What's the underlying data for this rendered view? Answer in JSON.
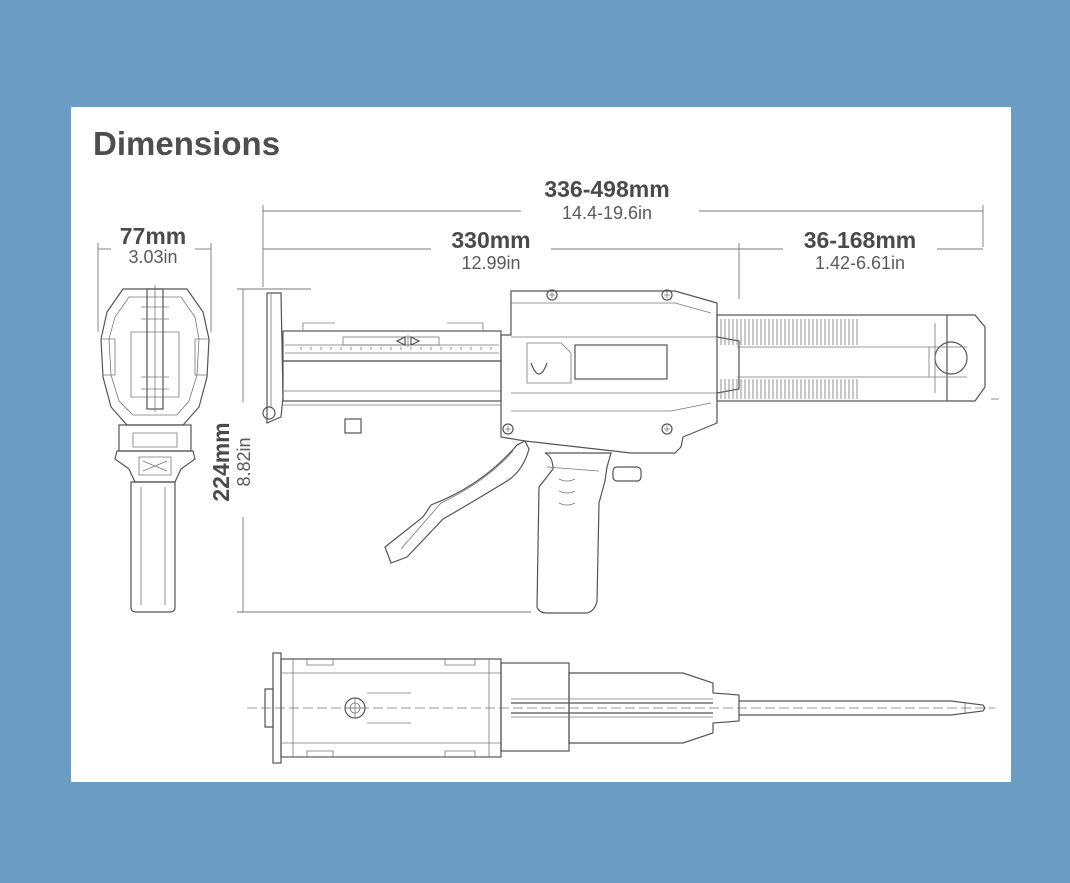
{
  "title": "Dimensions",
  "dimensions": {
    "overall_length": {
      "mm": "336-498mm",
      "in": "14.4-19.6in"
    },
    "body_length": {
      "mm": "330mm",
      "in": "12.99in"
    },
    "plunger_extension": {
      "mm": "36-168mm",
      "in": "1.42-6.61in"
    },
    "width": {
      "mm": "77mm",
      "in": "3.03in"
    },
    "height": {
      "mm": "224mm",
      "in": "8.82in"
    }
  },
  "colors": {
    "background": "#6b9cc4",
    "panel": "#ffffff",
    "line": "#555555",
    "text": "#4a4a4a"
  }
}
